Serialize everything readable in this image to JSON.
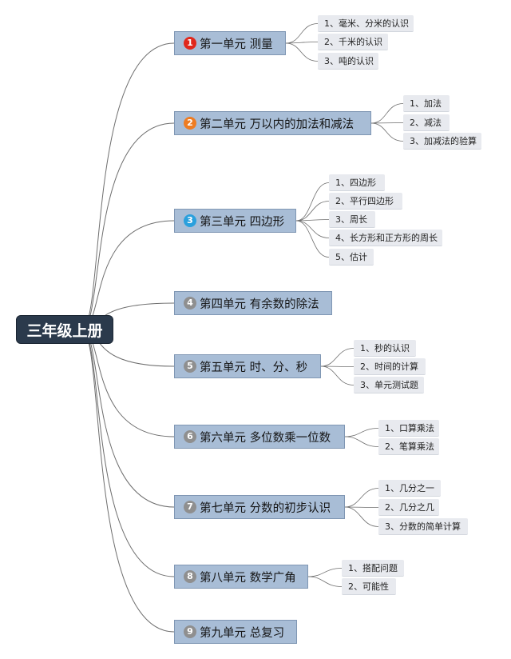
{
  "root": "三年级上册",
  "colors": {
    "root_bg": "#2b3a4c",
    "unit_bg": "#a8bdd6",
    "topic_bg": "#e8eaef",
    "line": "#6e6e6e"
  },
  "units": [
    {
      "num": "1",
      "badge_color": "#e0281c",
      "title": "第一单元 测量",
      "topics": [
        "1、毫米、分米的认识",
        "2、千米的认识",
        "3、吨的认识"
      ]
    },
    {
      "num": "2",
      "badge_color": "#ee7c22",
      "title": "第二单元 万以内的加法和减法",
      "topics": [
        "1、加法",
        "2、减法",
        "3、加减法的验算"
      ]
    },
    {
      "num": "3",
      "badge_color": "#2aa0dd",
      "title": "第三单元 四边形",
      "topics": [
        "1、四边形",
        "2、平行四边形",
        "3、周长",
        "4、长方形和正方形的周长",
        "5、估计"
      ]
    },
    {
      "num": "4",
      "badge_color": "#8f8f8f",
      "title": "第四单元 有余数的除法",
      "topics": []
    },
    {
      "num": "5",
      "badge_color": "#8f8f8f",
      "title": "第五单元 时、分、秒",
      "topics": [
        "1、秒的认识",
        "2、时间的计算",
        "3、单元测试题"
      ]
    },
    {
      "num": "6",
      "badge_color": "#8f8f8f",
      "title": "第六单元 多位数乘一位数",
      "topics": [
        "1、口算乘法",
        "2、笔算乘法"
      ]
    },
    {
      "num": "7",
      "badge_color": "#8f8f8f",
      "title": "第七单元 分数的初步认识",
      "topics": [
        "1、几分之一",
        "2、几分之几",
        "3、分数的简单计算"
      ]
    },
    {
      "num": "8",
      "badge_color": "#8f8f8f",
      "title": "第八单元 数学广角",
      "topics": [
        "1、搭配问题",
        "2、可能性"
      ]
    },
    {
      "num": "9",
      "badge_color": "#8f8f8f",
      "title": "第九单元 总复习",
      "topics": []
    }
  ]
}
